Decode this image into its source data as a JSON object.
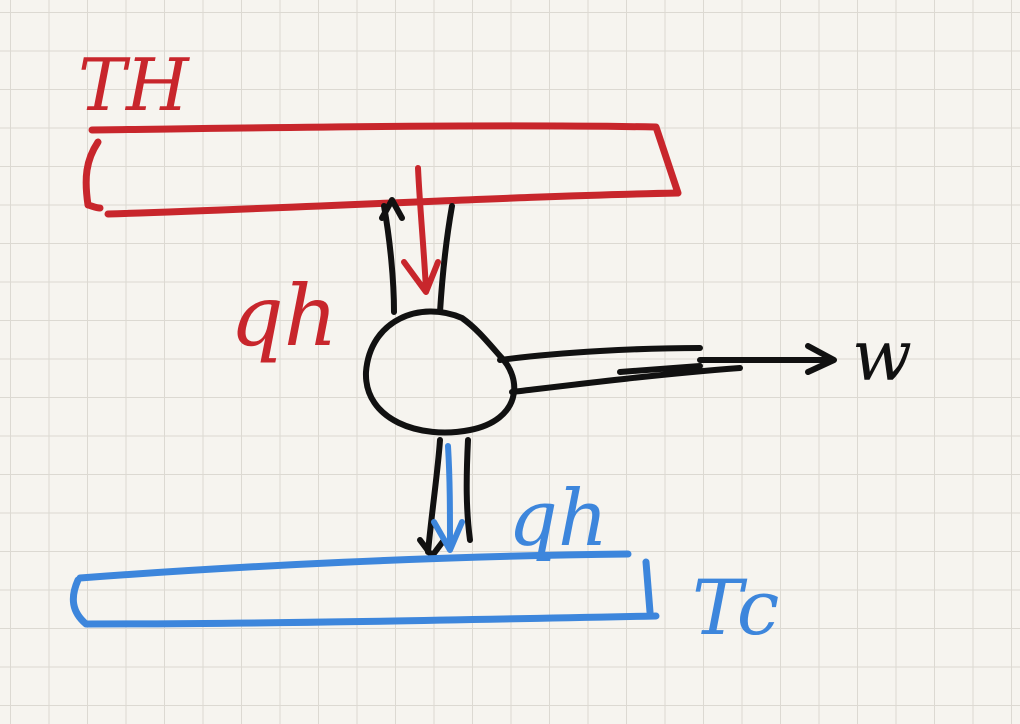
{
  "diagram": {
    "labels": {
      "hot_reservoir": "TH",
      "cold_reservoir": "Tc",
      "heat_in": "qh",
      "heat_out": "qh",
      "work": "w"
    },
    "colors": {
      "hot": "#c8262c",
      "cold": "#3d86dc",
      "engine": "#111111",
      "grid": "#dcd9d2",
      "paper": "#f6f4ef"
    }
  }
}
